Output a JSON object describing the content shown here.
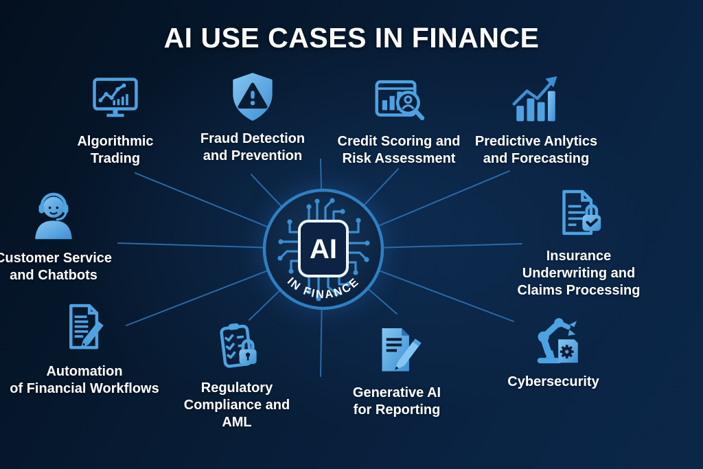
{
  "title": "AI USE CASES IN FINANCE",
  "hub": {
    "chip_label": "AI",
    "ring_label": "IN FINANCE"
  },
  "nodes": [
    {
      "id": "algorithmic-trading",
      "icon": "monitor-chart-icon",
      "lines": [
        "Algorithmic",
        "Trading"
      ]
    },
    {
      "id": "fraud-detection",
      "icon": "shield-alert-icon",
      "lines": [
        "Fraud Detection",
        "and Prevention"
      ]
    },
    {
      "id": "credit-scoring",
      "icon": "chart-magnifier-icon",
      "lines": [
        "Credit Scoring and",
        "Risk Assessment"
      ]
    },
    {
      "id": "predictive-analytics",
      "icon": "growth-chart-icon",
      "lines": [
        "Predictive Anlytics",
        "and Forecasting"
      ]
    },
    {
      "id": "customer-service",
      "icon": "headset-agent-icon",
      "lines": [
        "Customer Service",
        "and Chatbots"
      ]
    },
    {
      "id": "insurance-underwriting",
      "icon": "document-lock-icon",
      "lines": [
        "Insurance",
        "Underwriting and",
        "Claims Processing"
      ]
    },
    {
      "id": "automation-workflows",
      "icon": "document-pen-icon",
      "lines": [
        "Automation",
        "of Financial Workflows"
      ]
    },
    {
      "id": "regulatory-compliance",
      "icon": "clipboard-lock-icon",
      "lines": [
        "Regulatory",
        "Compliance and",
        "AML"
      ]
    },
    {
      "id": "generative-ai",
      "icon": "document-pencil-icon",
      "lines": [
        "Generative AI",
        "for Reporting"
      ]
    },
    {
      "id": "cybersecurity",
      "icon": "robot-arm-icon",
      "lines": [
        "Cybersecurity"
      ]
    }
  ],
  "colors": {
    "background": "#071b33",
    "icon_blue": "#4da3e2",
    "icon_blue_light": "#85c6f2",
    "line_blue": "#2b6fae",
    "ring_blue": "#2e7fc2",
    "text": "#ffffff"
  }
}
